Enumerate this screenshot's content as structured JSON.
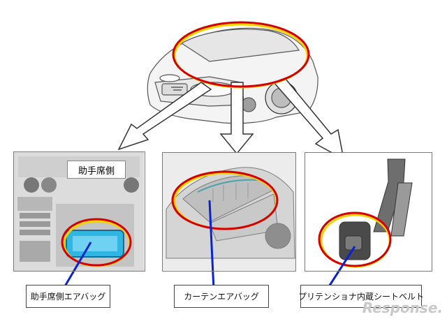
{
  "panels": {
    "left_tag": "助手席側"
  },
  "labels": {
    "passenger_airbag": "助手席側エアバッグ",
    "curtain_airbag": "カーテンエアバッグ",
    "pretensioner_belt": "プリテンショナ内蔵シートベルト"
  },
  "watermark": "Response.",
  "colors": {
    "highlight_outer": "#d40000",
    "highlight_inner": "#f5d300",
    "pointer_line": "#0a22d6",
    "airbag_module": "#2fb6e3"
  }
}
